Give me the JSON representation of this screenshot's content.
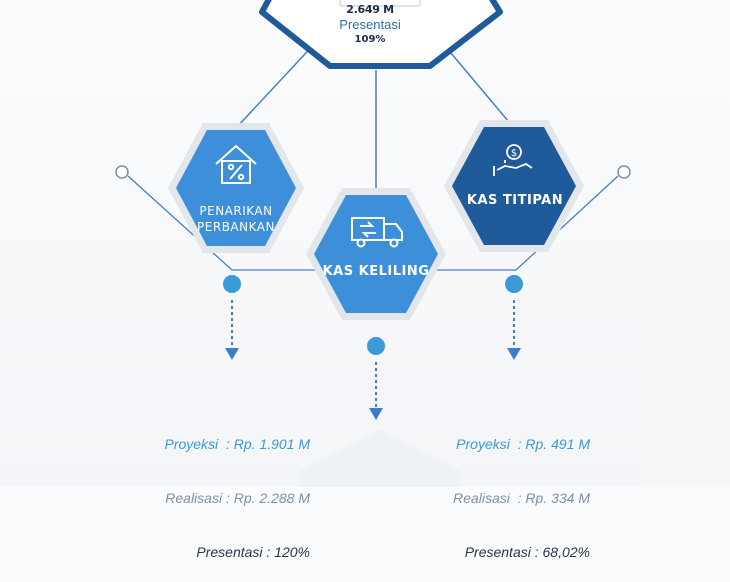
{
  "top": {
    "value": "2.649 M",
    "presentasi_label": "Presentasi",
    "presentasi_value": "109%"
  },
  "nodes": {
    "penarikan": {
      "line1": "PENARIKAN",
      "line2": "PERBANKAN",
      "icon": "house-percent-icon",
      "color": "#3c8fd8"
    },
    "keliling": {
      "label": "KAS KELILING",
      "icon": "truck-icon",
      "color": "#3c8fd8"
    },
    "titipan": {
      "label": "KAS TITIPAN",
      "icon": "hand-coin-icon",
      "color": "#1f5a9a"
    }
  },
  "stats": {
    "left": {
      "proyeksi": "Proyeksi  : Rp. 1.901 M",
      "realisasi": "Realisasi : Rp. 2.288 M",
      "presentasi": "Presentasi : 120%"
    },
    "right": {
      "proyeksi": "Proyeksi  : Rp. 491 M",
      "realisasi": "Realisasi  : Rp. 334 M",
      "presentasi": "Presentasi : 68,02%"
    }
  },
  "colors": {
    "connector": "#4a7fc0",
    "dot": "#3c9ad9",
    "hex_outline": "#d9dde3",
    "top_border": "#1f5a9a"
  }
}
